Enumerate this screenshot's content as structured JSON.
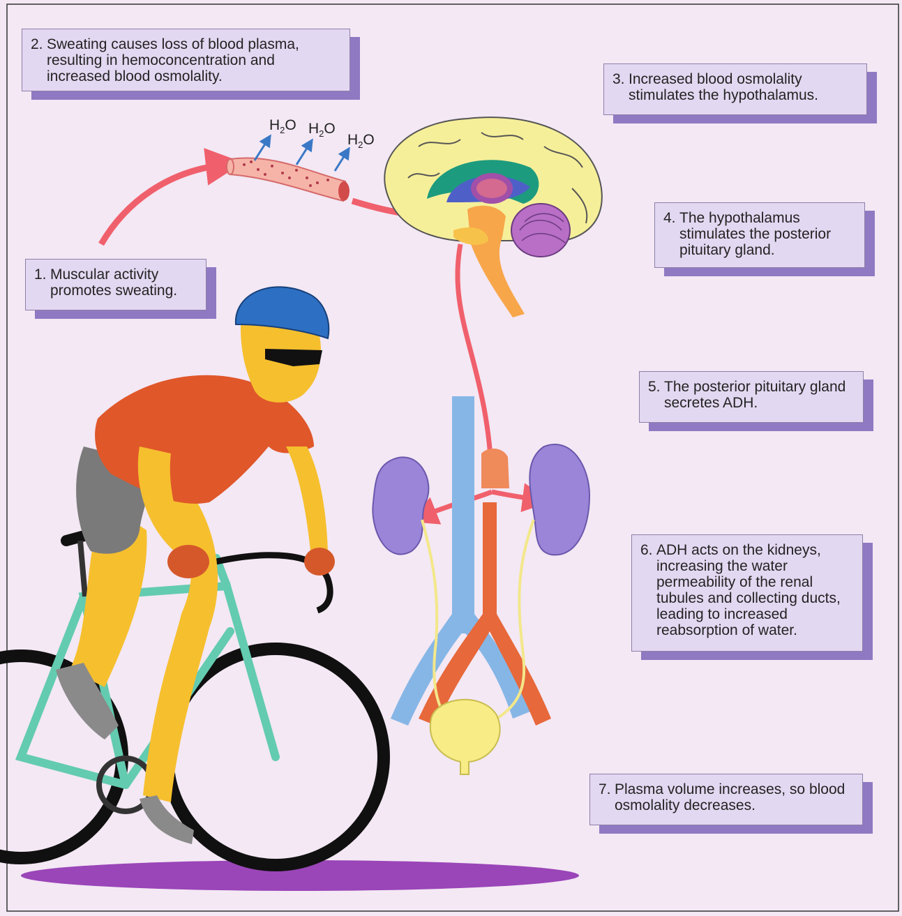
{
  "colors": {
    "background": "#f3e8f4",
    "box_fill": "#e3d8f1",
    "box_shadow": "#8f79c2",
    "arrow": "#f0606c",
    "water_arrow": "#3a78c6"
  },
  "steps": [
    {
      "number": "1.",
      "text": "Muscular activity promotes sweating."
    },
    {
      "number": "2.",
      "text": "Sweating causes loss of blood plasma, resulting in hemoconcentration and increased blood osmolality."
    },
    {
      "number": "3.",
      "text": "Increased blood osmolality stimulates the hypothalamus."
    },
    {
      "number": "4.",
      "text": "The hypothalamus stimulates the posterior pituitary gland."
    },
    {
      "number": "5.",
      "text": "The posterior pituitary gland secretes ADH."
    },
    {
      "number": "6.",
      "text": "ADH acts on the kidneys, increasing the water permeability of the renal tubules and collecting ducts, leading to increased reabsorption of water."
    },
    {
      "number": "7.",
      "text": "Plasma volume increases, so blood osmolality decreases."
    }
  ],
  "water_labels": [
    {
      "base": "H",
      "sub": "2",
      "tail": "O"
    },
    {
      "base": "H",
      "sub": "2",
      "tail": "O"
    },
    {
      "base": "H",
      "sub": "2",
      "tail": "O"
    }
  ],
  "icons": {
    "cyclist": "cyclist-illustration",
    "vessel": "blood-vessel",
    "brain": "brain-sagittal",
    "kidneys": "kidneys-and-bladder"
  }
}
